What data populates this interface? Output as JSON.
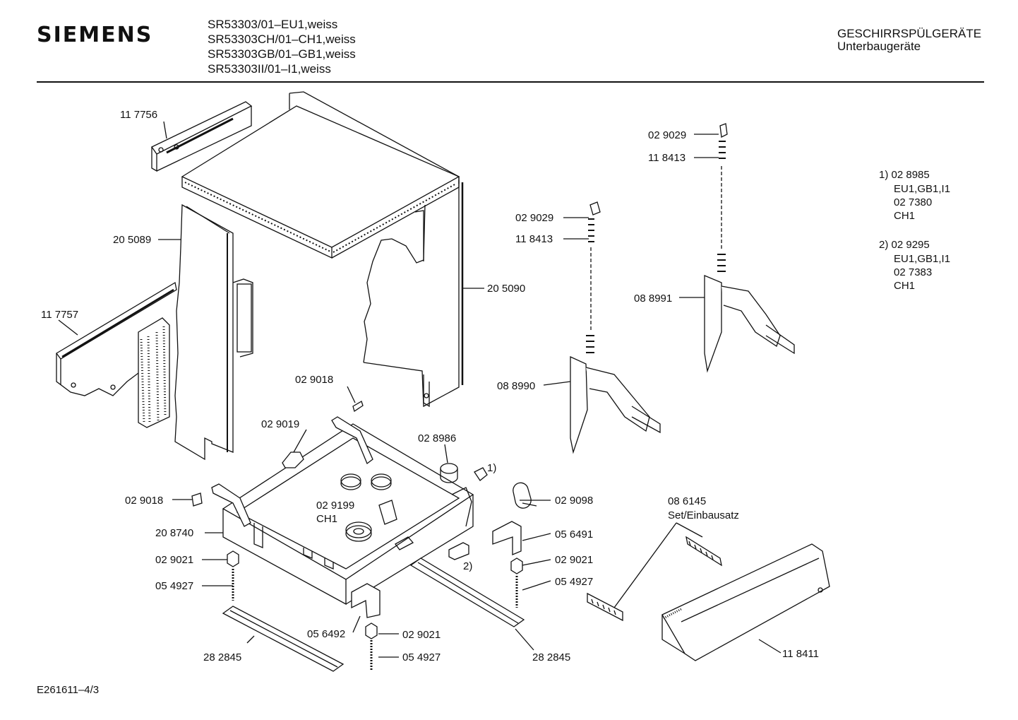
{
  "header": {
    "brand": "SIEMENS",
    "models": [
      "SR53303/01–EU1,weiss",
      "SR53303CH/01–CH1,weiss",
      "SR53303GB/01–GB1,weiss",
      "SR53303II/01–I1,weiss"
    ],
    "category_line1": "GESCHIRRSPÜLGERÄTE",
    "category_line2": "Unterbaugeräte"
  },
  "parts": [
    {
      "label": "11 7756"
    },
    {
      "label": "20 5089"
    },
    {
      "label": "11 7757"
    },
    {
      "label": "20 5090"
    },
    {
      "label": "02 9018"
    },
    {
      "label": "02 9019"
    },
    {
      "label": "02 8986"
    },
    {
      "label": "1)"
    },
    {
      "label": "02 9018"
    },
    {
      "label": "02 9199"
    },
    {
      "label": "CH1"
    },
    {
      "label": "20 8740"
    },
    {
      "label": "02 9021"
    },
    {
      "label": "05 4927"
    },
    {
      "label": "05 6492"
    },
    {
      "label": "02 9021"
    },
    {
      "label": "05 4927"
    },
    {
      "label": "28 2845"
    },
    {
      "label": "28 2845"
    },
    {
      "label": "02 9098"
    },
    {
      "label": "05 6491"
    },
    {
      "label": "2)"
    },
    {
      "label": "02 9021"
    },
    {
      "label": "05 4927"
    },
    {
      "label": "02 9029"
    },
    {
      "label": "11 8413"
    },
    {
      "label": "08 8990"
    },
    {
      "label": "02 9029"
    },
    {
      "label": "11 8413"
    },
    {
      "label": "08 8991"
    },
    {
      "label": "08 6145"
    },
    {
      "label": "Set/Einbausatz"
    },
    {
      "label": "11 8411"
    }
  ],
  "footnotes": {
    "note1": [
      "1) 02 8985",
      "EU1,GB1,I1",
      "02 7380",
      "CH1"
    ],
    "note2": [
      "2) 02 9295",
      "EU1,GB1,I1",
      "02 7383",
      "CH1"
    ]
  },
  "doc_code": "E261611–4/3"
}
